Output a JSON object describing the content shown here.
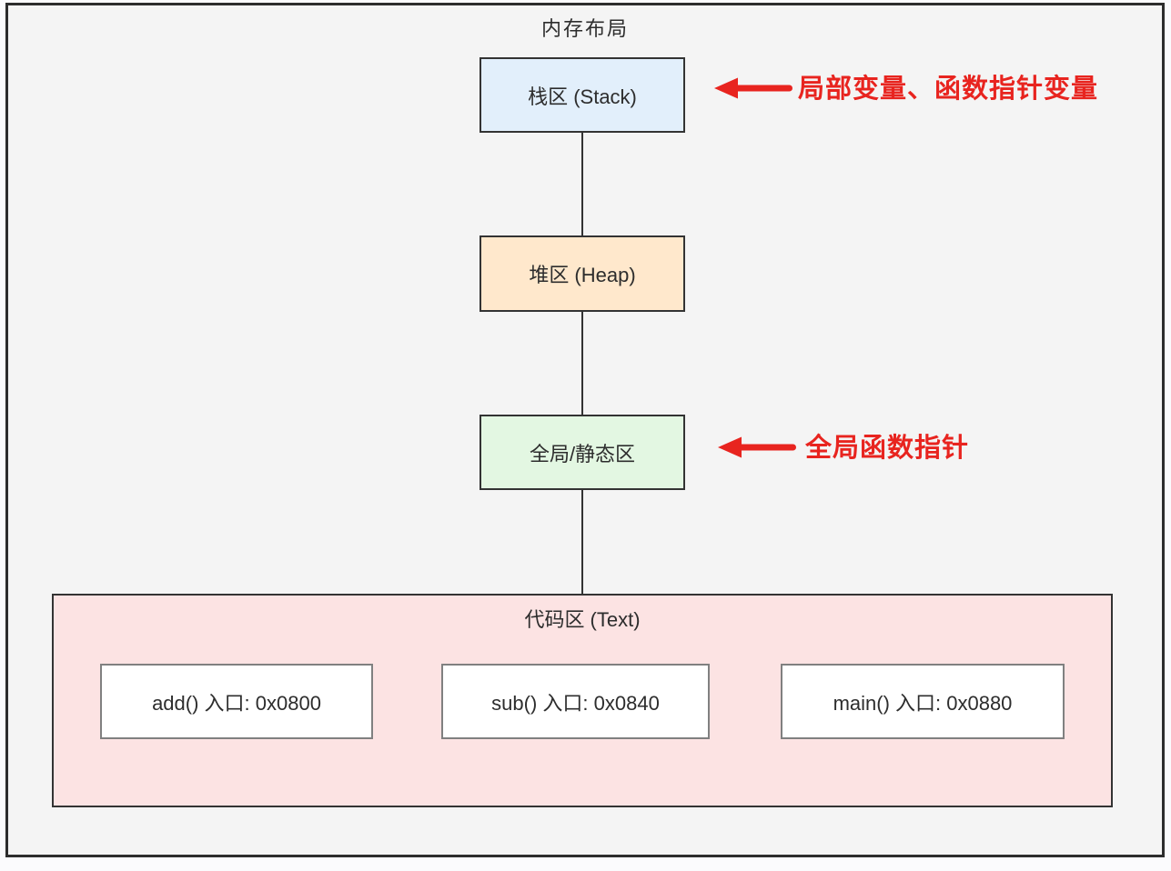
{
  "diagram": {
    "title": "内存布局",
    "nodes": {
      "stack": {
        "label": "栈区 (Stack)",
        "fill": "#e2effb"
      },
      "heap": {
        "label": "堆区 (Heap)",
        "fill": "#ffe8cc"
      },
      "global": {
        "label": "全局/静态区",
        "fill": "#e3f7e2"
      },
      "code": {
        "label": "代码区 (Text)",
        "fill": "#fce3e3",
        "functions": [
          {
            "label": "add() 入口: 0x0800"
          },
          {
            "label": "sub() 入口: 0x0840"
          },
          {
            "label": "main() 入口: 0x0880"
          }
        ]
      }
    },
    "annotations": [
      {
        "text": "局部变量、函数指针变量",
        "target": "stack",
        "color": "#e8241f"
      },
      {
        "text": "全局函数指针",
        "target": "global",
        "color": "#e8241f"
      }
    ],
    "accent_red": "#e8241f",
    "frame_background": "#f4f4f4"
  }
}
